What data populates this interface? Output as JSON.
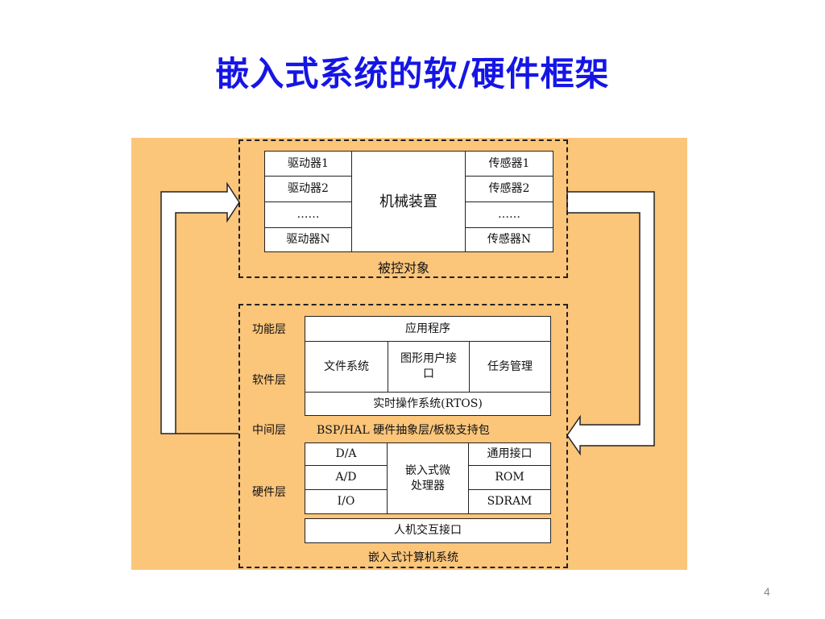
{
  "slide": {
    "title": "嵌入式系统的软/硬件框架",
    "page_number": "4"
  },
  "controlled_object": {
    "caption": "被控对象",
    "actuators": [
      "驱动器1",
      "驱动器2",
      "……",
      "驱动器N"
    ],
    "mechanical": "机械装置",
    "sensors": [
      "传感器1",
      "传感器2",
      "……",
      "传感器N"
    ]
  },
  "embedded_computer": {
    "caption": "嵌入式计算机系统",
    "layers": {
      "function": "功能层",
      "software": "软件层",
      "middle": "中间层",
      "hardware": "硬件层"
    },
    "application": "应用程序",
    "file_system": "文件系统",
    "gui": "图形用户接口",
    "task_mgmt": "任务管理",
    "rtos": "实时操作系统(RTOS)",
    "bsp": "BSP/HAL 硬件抽象层/板极支持包",
    "io_left": [
      "D/A",
      "A/D",
      "I/O"
    ],
    "cpu": "嵌入式微处理器",
    "io_right": [
      "通用接口",
      "ROM",
      "SDRAM"
    ],
    "hci": "人机交互接口"
  },
  "colors": {
    "title": "#1515e6",
    "panel": "#fbc57a",
    "box": "#ffffff",
    "line": "#222222"
  }
}
